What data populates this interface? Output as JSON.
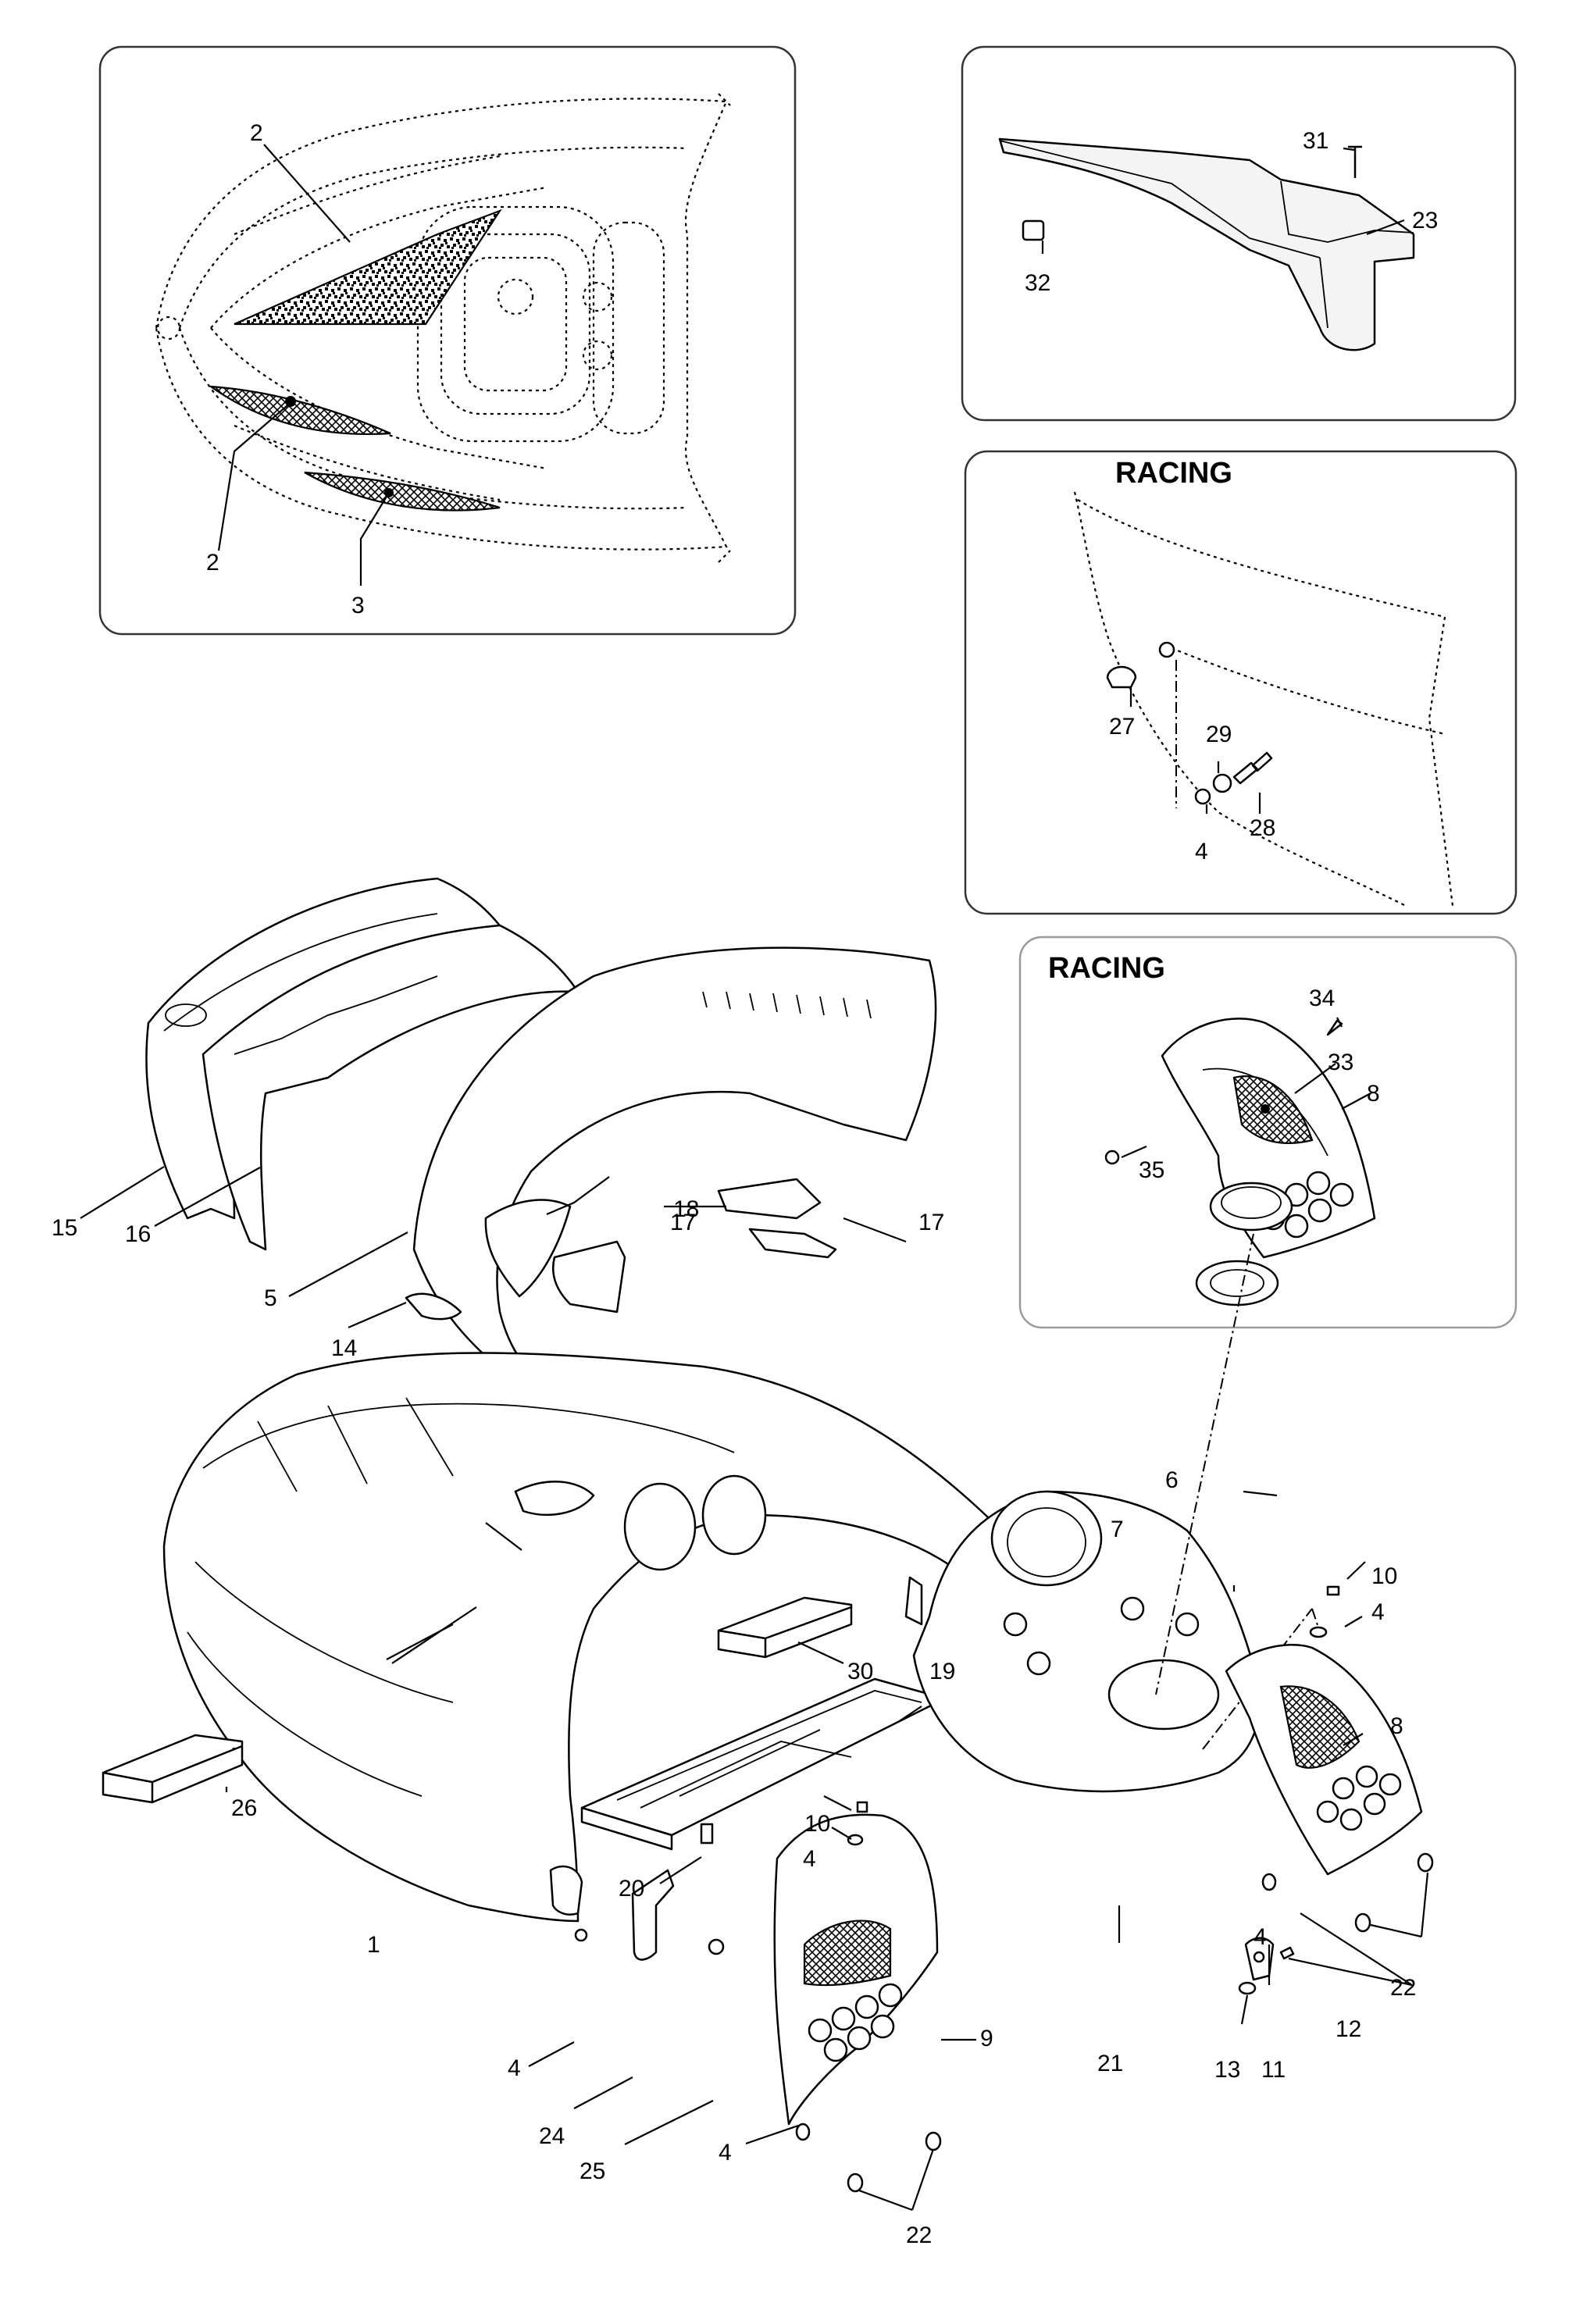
{
  "panels": [
    {
      "id": "top-view",
      "heading": ""
    },
    {
      "id": "storage-bin",
      "heading": ""
    },
    {
      "id": "racing-side",
      "heading": "RACING"
    },
    {
      "id": "racing-cover",
      "heading": "RACING"
    }
  ],
  "callouts": {
    "c1": "1",
    "c2a": "2",
    "c2b": "2",
    "c3": "3",
    "c4a": "4",
    "c4b": "4",
    "c4c": "4",
    "c4d": "4",
    "c4e": "4",
    "c4f": "4",
    "c5": "5",
    "c6": "6",
    "c7": "7",
    "c8a": "8",
    "c8b": "8",
    "c9": "9",
    "c10a": "10",
    "c10b": "10",
    "c11": "11",
    "c12": "12",
    "c13": "13",
    "c14": "14",
    "c15": "15",
    "c16": "16",
    "c17a": "17",
    "c17b": "17",
    "c18": "18",
    "c19": "19",
    "c20": "20",
    "c21": "21",
    "c22a": "22",
    "c22b": "22",
    "c23": "23",
    "c24": "24",
    "c25": "25",
    "c26": "26",
    "c27": "27",
    "c28": "28",
    "c29": "29",
    "c30": "30",
    "c31": "31",
    "c32": "32",
    "c33": "33",
    "c34": "34",
    "c35": "35"
  }
}
